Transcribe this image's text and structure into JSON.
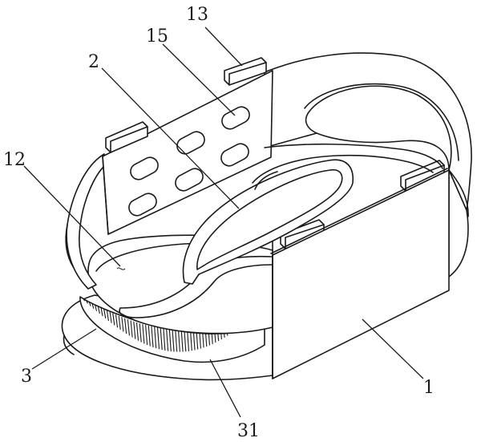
{
  "labels": {
    "l13": "13",
    "l15": "15",
    "l2": "2",
    "l12": "12",
    "l3": "3",
    "l31": "31",
    "l1": "1"
  }
}
